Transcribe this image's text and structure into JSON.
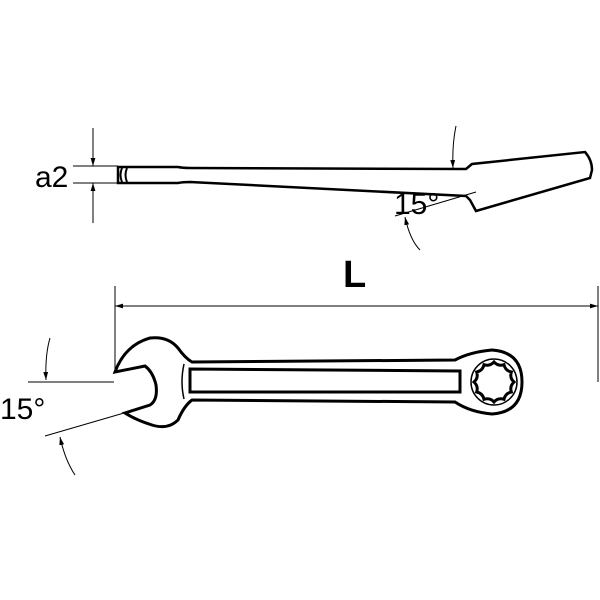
{
  "labels": {
    "thickness": "a2",
    "head_angle_side": "15°",
    "length": "L",
    "head_angle_front": "15°"
  },
  "colors": {
    "stroke": "#000000",
    "background": "#ffffff"
  }
}
